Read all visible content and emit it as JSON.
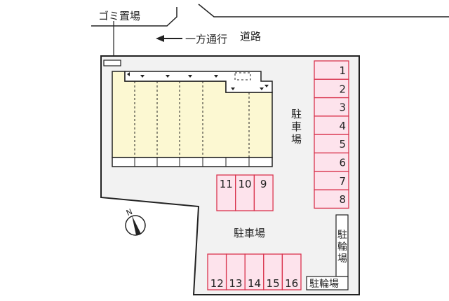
{
  "labels": {
    "garbage": "ゴミ置場",
    "one_way": "一方通行",
    "road": "道路",
    "parking_right": [
      "駐",
      "車",
      "場"
    ],
    "parking_center": "駐車場",
    "bicycle_vertical": [
      "駐",
      "輪",
      "場"
    ],
    "bicycle_horizontal": "駐輪場",
    "north": "N"
  },
  "parking_spaces": {
    "right_column": [
      "1",
      "2",
      "3",
      "4",
      "5",
      "6",
      "7",
      "8"
    ],
    "middle_row": [
      "11",
      "10",
      "9"
    ],
    "bottom_row": [
      "12",
      "13",
      "14",
      "15",
      "16"
    ]
  },
  "colors": {
    "lot": "#f2f2f2",
    "building": "#fcf8d2",
    "parking_fill": "#fde3ec",
    "parking_stroke": "#d9344e"
  }
}
